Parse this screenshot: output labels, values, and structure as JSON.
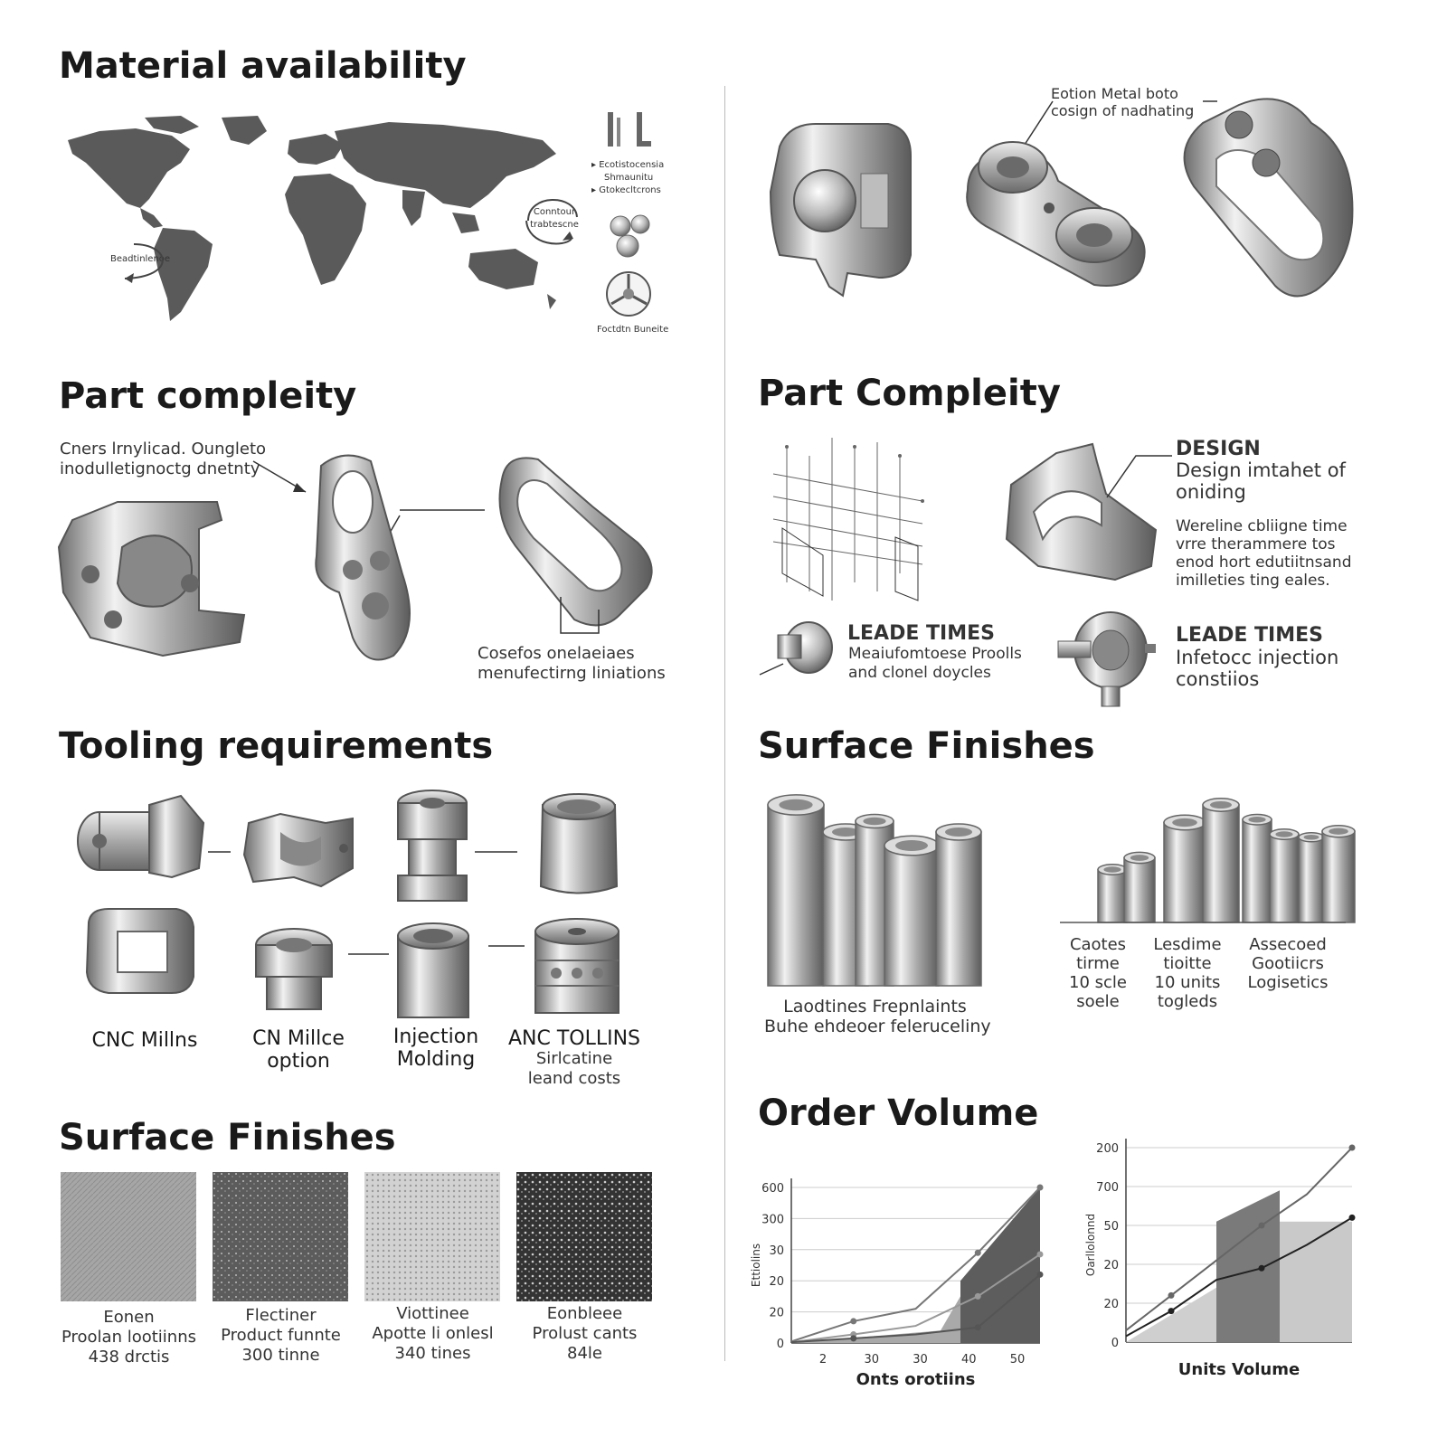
{
  "left": {
    "material": {
      "title": "Material availability",
      "legend": [
        "Ecotistocensia",
        "Shmaunitu",
        "Gtokecltcrons"
      ],
      "label_left": "Beadtinlenoe",
      "label_right_1": "Conntour",
      "label_right_2": "trabtescne",
      "label_bottom": "Foctdtn Buneite"
    },
    "complexity": {
      "title": "Part compleity",
      "note_1": "Cners lrnylicad. Oungleto",
      "note_2": "inodulletignoctg dnetnty",
      "limits_1": "Cosefos onelaeiaes",
      "limits_2": "menufectirng liniations"
    },
    "tooling": {
      "title": "Tooling requirements",
      "labels": [
        {
          "line1": "CNC Millns",
          "line2": ""
        },
        {
          "line1": "CN Millce",
          "line2": "option"
        },
        {
          "line1": "Injection",
          "line2": "Molding"
        },
        {
          "line1": "ANC TOLLINS",
          "line2": ""
        }
      ],
      "sub_1": "Sirlcatine",
      "sub_2": "leand costs"
    },
    "finishes": {
      "title": "Surface Finishes",
      "items": [
        {
          "name": "Eonen",
          "desc": "Proolan lootiinns",
          "value": "438 drctis",
          "color": "#a6a6a6"
        },
        {
          "name": "Flectiner",
          "desc": "Product funnte",
          "value": "300 tinne",
          "color": "#5c5c5c"
        },
        {
          "name": "Viottinee",
          "desc": "Apotte li onlesl",
          "value": "340 tines",
          "color": "#cacaca"
        },
        {
          "name": "Eonbleee",
          "desc": "Prolust cants",
          "value": "84le",
          "color": "#3a3a3a"
        }
      ]
    }
  },
  "right": {
    "parts_top": {
      "callout_1": "Eotion Metal boto",
      "callout_2": "cosign of nadhating"
    },
    "complexity": {
      "title": "Part Compleity",
      "design_head": "DESIGN",
      "design_1": "Design imtahet of",
      "design_2": "oniding",
      "note_1": "Wereline cbliigne time",
      "note_2": "vrre therammere tos",
      "note_3": "enod hort edutiitnsand",
      "note_4": "imilleties ting eales.",
      "lead_head_1": "LEADE TIMES",
      "lead1_1": "Meaiufomtoese Proolls",
      "lead1_2": "and clonel doycles",
      "lead_head_2": "LEADE TIMES",
      "lead2_1": "Infetocc injection",
      "lead2_2": "constiios"
    },
    "finishes": {
      "title": "Surface Finishes",
      "caption_1": "Laodtines Frepnlaints",
      "caption_2": "Buhe ehdeoer feleruceliny",
      "bar_heights": [
        2.0,
        1.7,
        1.82,
        1.55,
        1.7,
        0.9,
        1.1,
        1.7,
        2.0,
        1.75,
        1.5,
        1.45,
        1.55
      ],
      "col_labels": [
        {
          "l1": "Caotes",
          "l2": "tirme",
          "l3": "10 scle",
          "l4": "soele"
        },
        {
          "l1": "Lesdime",
          "l2": "tioitte",
          "l3": "10 units",
          "l4": "togleds"
        },
        {
          "l1": "Assecoed",
          "l2": "Gootiicrs",
          "l3": "Logisetics",
          "l4": ""
        }
      ]
    },
    "order_volume": {
      "title": "Order Volume"
    }
  },
  "chart_data": [
    {
      "type": "line",
      "title": "",
      "xlabel": "Onts orotiins",
      "ylabel": "Ettiolins",
      "yticks": [
        "0",
        "20",
        "20",
        "30",
        "300",
        "600"
      ],
      "xticks": [
        "2",
        "30",
        "30",
        "40",
        "50"
      ],
      "series": [
        {
          "values": [
            1.0,
            14.0,
            22.0,
            58.0,
            100.0
          ]
        },
        {
          "values": [
            0.5,
            5.5,
            11.0,
            30.0,
            57.0
          ]
        },
        {
          "values": [
            0.5,
            3.0,
            5.5,
            10.0,
            44.0
          ]
        }
      ],
      "ylim": [
        0,
        100
      ],
      "grid": true
    },
    {
      "type": "line",
      "title": "",
      "xlabel": "Units Volume",
      "ylabel": "Oarllolonnd",
      "yticks": [
        "0",
        "20",
        "20",
        "50",
        "700",
        "200"
      ],
      "series": [
        {
          "values": [
            6,
            24,
            42,
            60,
            76,
            100
          ]
        },
        {
          "values": [
            3,
            16,
            32,
            38,
            50,
            64
          ]
        }
      ],
      "ylim": [
        0,
        100
      ],
      "grid": true
    }
  ],
  "colors": {
    "metal_light": "#f2f2f2",
    "metal_dark": "#6e6e6e",
    "map": "#5a5a5a"
  }
}
